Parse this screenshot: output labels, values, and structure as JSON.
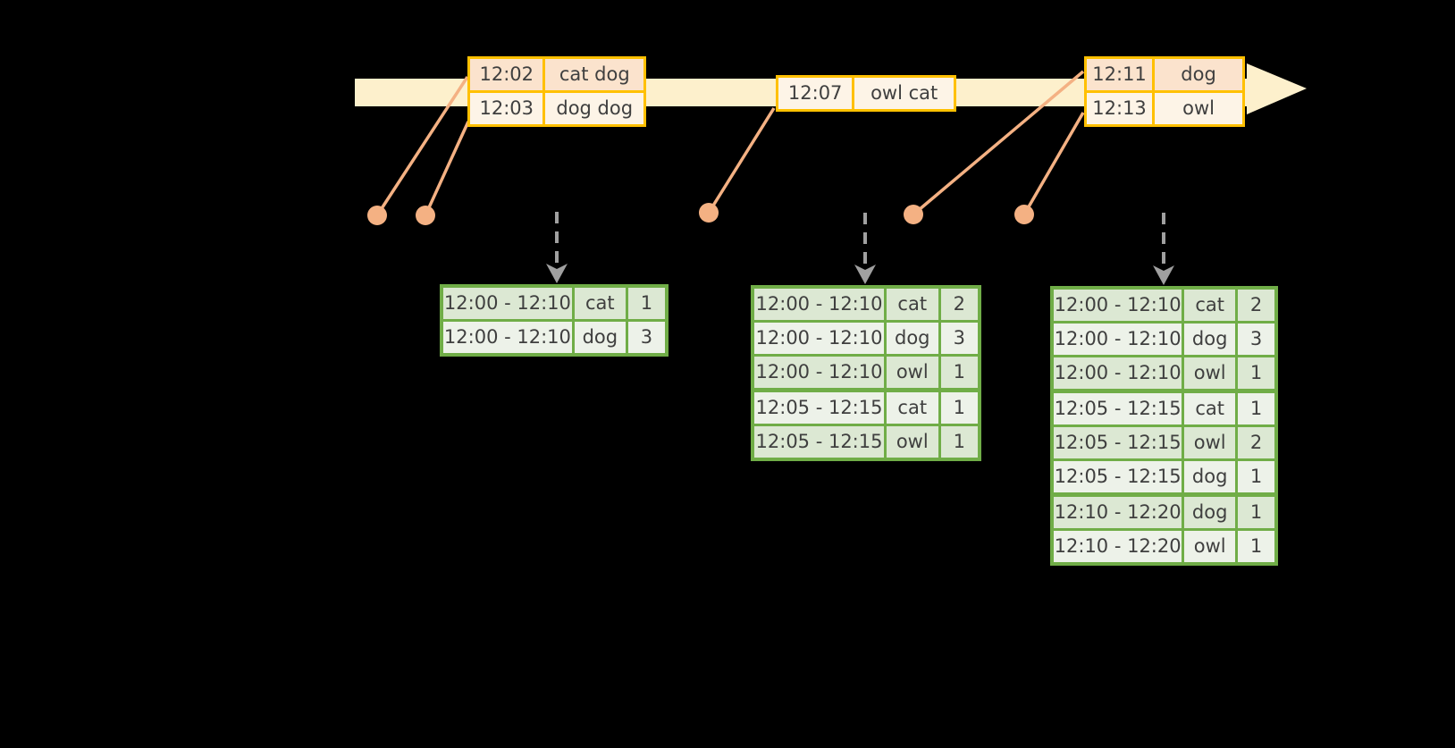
{
  "colors": {
    "bg": "#000000",
    "gold": "#ffc000",
    "peach-dark": "#fbe3cd",
    "peach-light": "#fdf4e7",
    "green": "#70ad47",
    "green-dark": "#dce8d3",
    "green-light": "#edf2e9",
    "salmon": "#f4b183",
    "timeline": "#fdf0cc",
    "gray-arrow": "#a0a0a0",
    "ink": "#3f3f3f"
  },
  "event_tables": [
    {
      "rows": [
        {
          "time": "12:02",
          "words": "cat dog",
          "tone": "dark"
        },
        {
          "time": "12:03",
          "words": "dog dog",
          "tone": "light"
        }
      ]
    },
    {
      "rows": [
        {
          "time": "12:07",
          "words": "owl cat",
          "tone": "light"
        }
      ]
    },
    {
      "rows": [
        {
          "time": "12:11",
          "words": "dog",
          "tone": "dark"
        },
        {
          "time": "12:13",
          "words": "owl",
          "tone": "light"
        }
      ]
    }
  ],
  "result_tables": [
    {
      "rows": [
        {
          "window": "12:00 - 12:10",
          "word": "cat",
          "count": "1"
        },
        {
          "window": "12:00 - 12:10",
          "word": "dog",
          "count": "3"
        }
      ]
    },
    {
      "rows": [
        {
          "window": "12:00 - 12:10",
          "word": "cat",
          "count": "2"
        },
        {
          "window": "12:00 - 12:10",
          "word": "dog",
          "count": "3"
        },
        {
          "window": "12:00 - 12:10",
          "word": "owl",
          "count": "1"
        },
        {
          "window": "12:05 - 12:15",
          "word": "cat",
          "count": "1"
        },
        {
          "window": "12:05 - 12:15",
          "word": "owl",
          "count": "1"
        }
      ]
    },
    {
      "rows": [
        {
          "window": "12:00 - 12:10",
          "word": "cat",
          "count": "2"
        },
        {
          "window": "12:00 - 12:10",
          "word": "dog",
          "count": "3"
        },
        {
          "window": "12:00 - 12:10",
          "word": "owl",
          "count": "1"
        },
        {
          "window": "12:05 - 12:15",
          "word": "cat",
          "count": "1"
        },
        {
          "window": "12:05 - 12:15",
          "word": "owl",
          "count": "2"
        },
        {
          "window": "12:05 - 12:15",
          "word": "dog",
          "count": "1"
        },
        {
          "window": "12:10 - 12:20",
          "word": "dog",
          "count": "1"
        },
        {
          "window": "12:10 - 12:20",
          "word": "owl",
          "count": "1"
        }
      ]
    }
  ]
}
